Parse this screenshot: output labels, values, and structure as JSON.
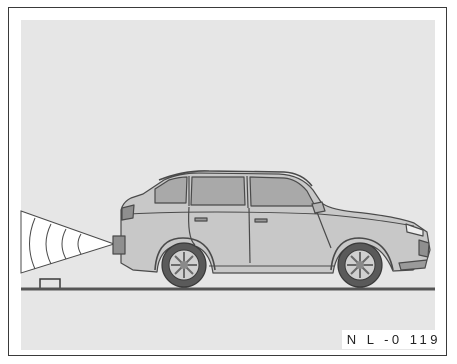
{
  "figure": {
    "code": "N L -0 119"
  },
  "colors": {
    "background": "#e6e6e6",
    "ground": "#555555",
    "car_body": "#c8c8c8",
    "car_outline": "#4a4a4a",
    "window": "#a9a9a9",
    "sensor_beam": "#ffffff",
    "obstacle": "#e6e6e6"
  },
  "icons": [
    "car-side-view",
    "sensor-beam",
    "ground-obstacle"
  ]
}
